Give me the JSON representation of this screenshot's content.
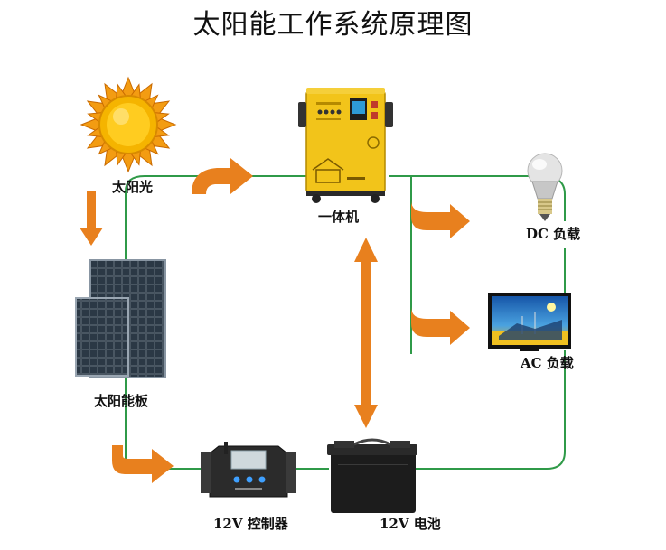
{
  "title": "太阳能工作系统原理图",
  "labels": {
    "sun": "太阳光",
    "panel": "太阳能板",
    "inverter": "一体机",
    "dc_load": "DC 负载",
    "ac_load": "AC 负载",
    "controller": "12V 控制器",
    "battery": "12V 电池"
  },
  "colors": {
    "wire": "#2f9a48",
    "arrow": "#e8801e",
    "sun_core": "#f5b400",
    "sun_rays": "#f39c12",
    "inverter_body": "#f2c41a",
    "panel_cell": "#1e2a35",
    "battery_body": "#1c1c1c",
    "controller_body": "#2b2b2b",
    "tv_screen": "#1f6fbf"
  },
  "icons": {
    "sun": "sun-icon",
    "panel": "solar-panel-icon",
    "inverter": "inverter-unit-icon",
    "bulb": "light-bulb-icon",
    "tv": "television-icon",
    "controller": "charge-controller-icon",
    "battery": "battery-icon"
  }
}
